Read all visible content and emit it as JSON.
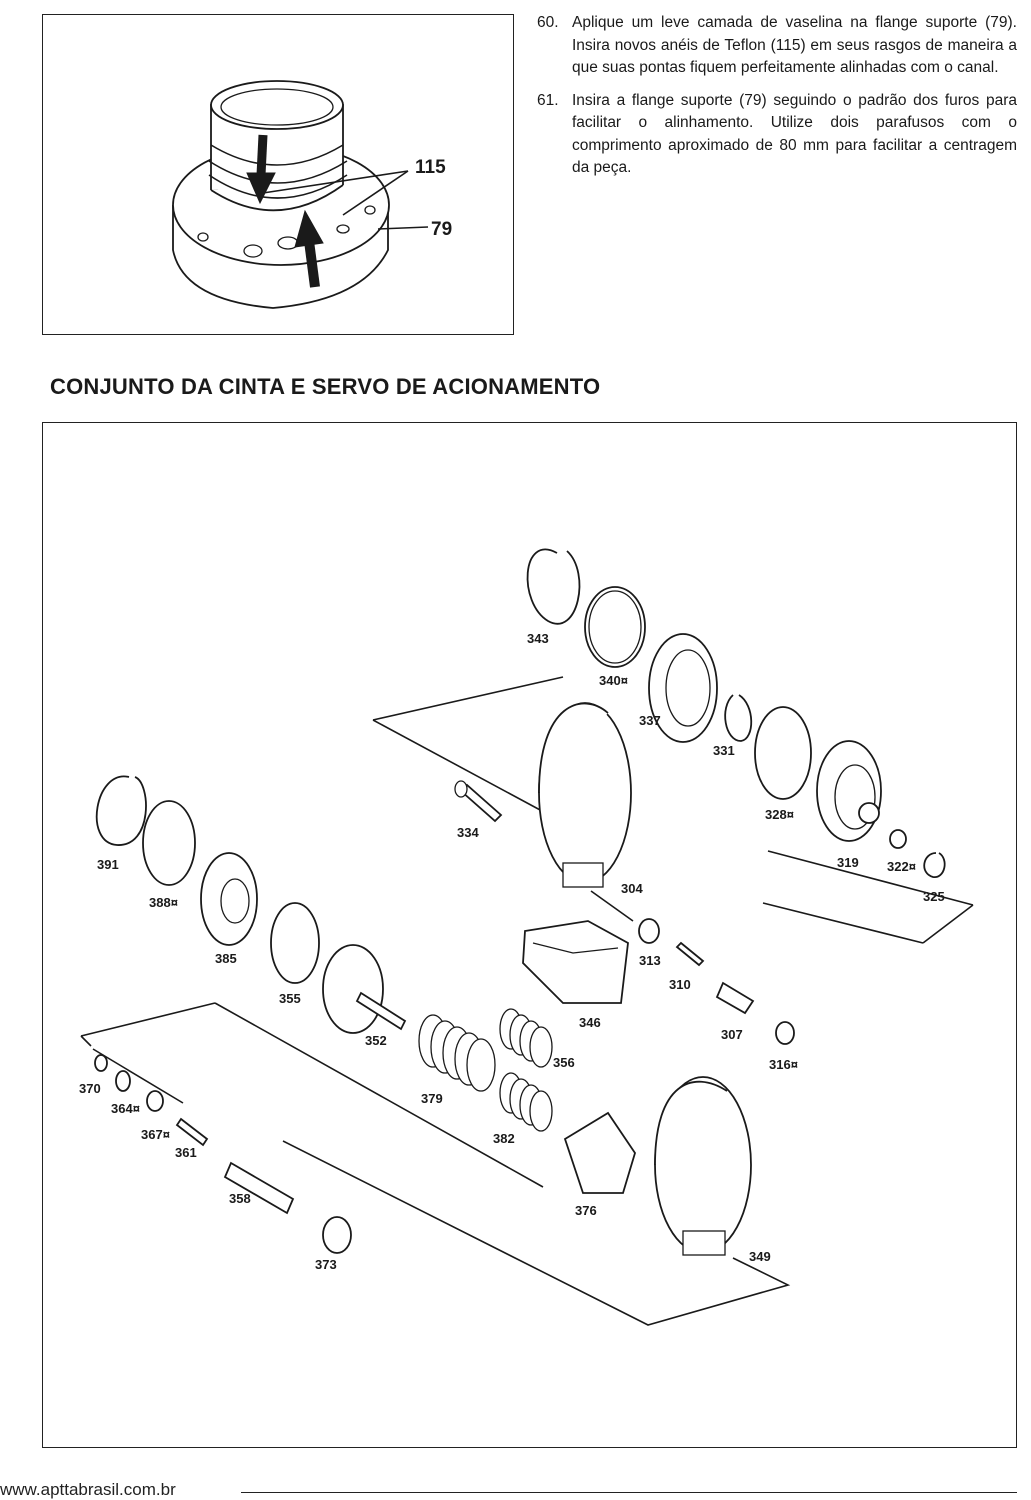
{
  "instructions": [
    {
      "number": "60.",
      "text": "Aplique um leve camada de vaselina na flange suporte (79). Insira novos anéis de Teflon (115) em seus rasgos de maneira a que suas pontas fiquem perfeitamente alinhadas com o canal."
    },
    {
      "number": "61.",
      "text": "Insira a flange suporte (79) seguindo o padrão dos furos para facilitar o alinhamento. Utilize dois parafusos com o comprimento aproximado de 80 mm para facilitar a centragem da peça."
    }
  ],
  "top_figure": {
    "callouts": [
      "115",
      "79"
    ]
  },
  "section_title": "CONJUNTO DA CINTA E SERVO DE ACIONAMENTO",
  "exploded_view": {
    "labels": {
      "p343": "343",
      "p340": "340¤",
      "p337": "337",
      "p331": "331",
      "p328": "328¤",
      "p319": "319",
      "p322": "322¤",
      "p325": "325",
      "p334": "334",
      "p304": "304",
      "p391": "391",
      "p388": "388¤",
      "p385": "385",
      "p355": "355",
      "p352": "352",
      "p313": "313",
      "p310": "310",
      "p346": "346",
      "p307": "307",
      "p316": "316¤",
      "p356": "356",
      "p379": "379",
      "p382": "382",
      "p370": "370",
      "p364": "364¤",
      "p367": "367¤",
      "p361": "361",
      "p358": "358",
      "p373": "373",
      "p376": "376",
      "p349": "349"
    }
  },
  "footer": {
    "url": "www.apttabrasil.com.br"
  }
}
